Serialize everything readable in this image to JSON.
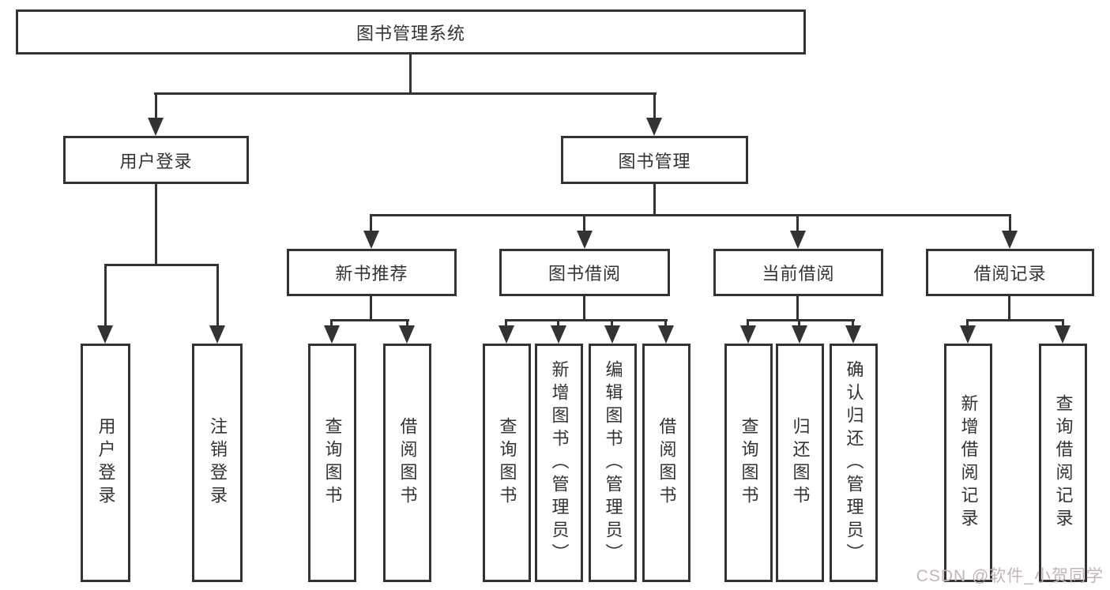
{
  "diagram": {
    "tree": {
      "label": "图书管理系统",
      "children": [
        {
          "label": "用户登录",
          "children": [
            {
              "label": "用户登录"
            },
            {
              "label": "注销登录"
            }
          ]
        },
        {
          "label": "图书管理",
          "children": [
            {
              "label": "新书推荐",
              "children": [
                {
                  "label": "查询图书"
                },
                {
                  "label": "借阅图书"
                }
              ]
            },
            {
              "label": "图书借阅",
              "children": [
                {
                  "label": "查询图书"
                },
                {
                  "label": "新增图书（管理员）"
                },
                {
                  "label": "编辑图书（管理员）"
                },
                {
                  "label": "借阅图书"
                }
              ]
            },
            {
              "label": "当前借阅",
              "children": [
                {
                  "label": "查询图书"
                },
                {
                  "label": "归还图书"
                },
                {
                  "label": "确认归还（管理员）"
                }
              ]
            },
            {
              "label": "借阅记录",
              "children": [
                {
                  "label": "新增借阅记录"
                },
                {
                  "label": "查询借阅记录"
                }
              ]
            }
          ]
        }
      ]
    }
  },
  "watermark": {
    "text": "CSDN @软件_小贺同学",
    "color": "#c4b5b5"
  },
  "colors": {
    "line": "#333333",
    "box_border": "#333333",
    "text": "#333333",
    "background": "#ffffff"
  }
}
